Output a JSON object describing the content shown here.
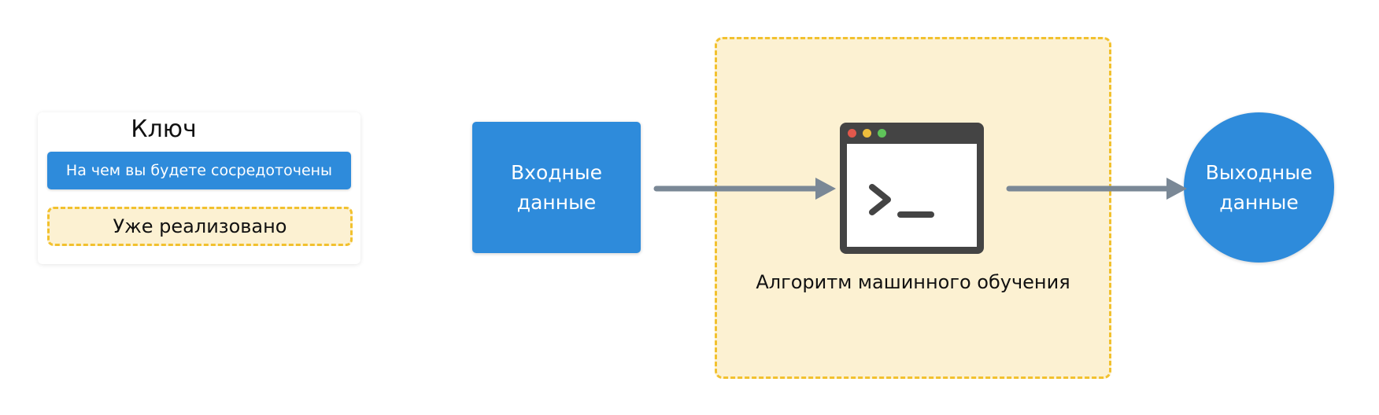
{
  "legend": {
    "title": "Ключ",
    "focus_label": "На чем вы будете сосредоточены",
    "done_label": "Уже реализовано"
  },
  "nodes": {
    "input": {
      "line1": "Входные",
      "line2": "данные"
    },
    "algorithm": {
      "label": "Алгоритм машинного обучения",
      "icon": "terminal-icon"
    },
    "output": {
      "line1": "Выходные",
      "line2": "данные"
    }
  },
  "colors": {
    "focus_blue": "#2E8BDB",
    "done_fill": "#FCF1D2",
    "done_border": "#F2C12E",
    "arrow": "#7A8896",
    "terminal": "#444444"
  }
}
